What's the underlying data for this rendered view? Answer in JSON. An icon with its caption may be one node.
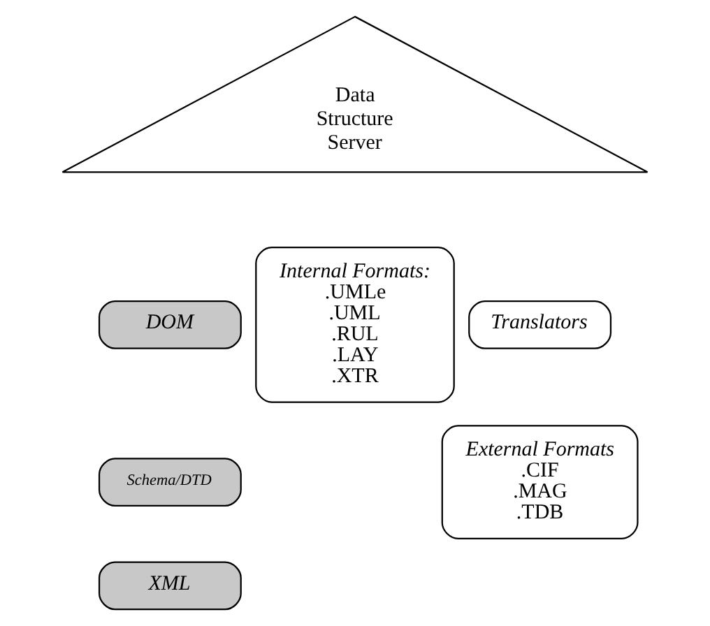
{
  "diagram": {
    "nodes": [
      {
        "text": [
          "Data Structure Server"
        ]
      },
      {
        "text": [
          "DOM"
        ]
      },
      {
        "text": [
          "Schema/DTD"
        ]
      },
      {
        "text": [
          "XML"
        ]
      },
      {
        "text": [
          "Internal Formats:",
          ".UMLe",
          ".UML",
          ".RUL",
          ".LAY",
          ".XTR"
        ]
      },
      {
        "text": [
          "Translators"
        ]
      },
      {
        "text": [
          "External Formats",
          ".CIF",
          ".MAG",
          ".TDB"
        ]
      }
    ]
  }
}
